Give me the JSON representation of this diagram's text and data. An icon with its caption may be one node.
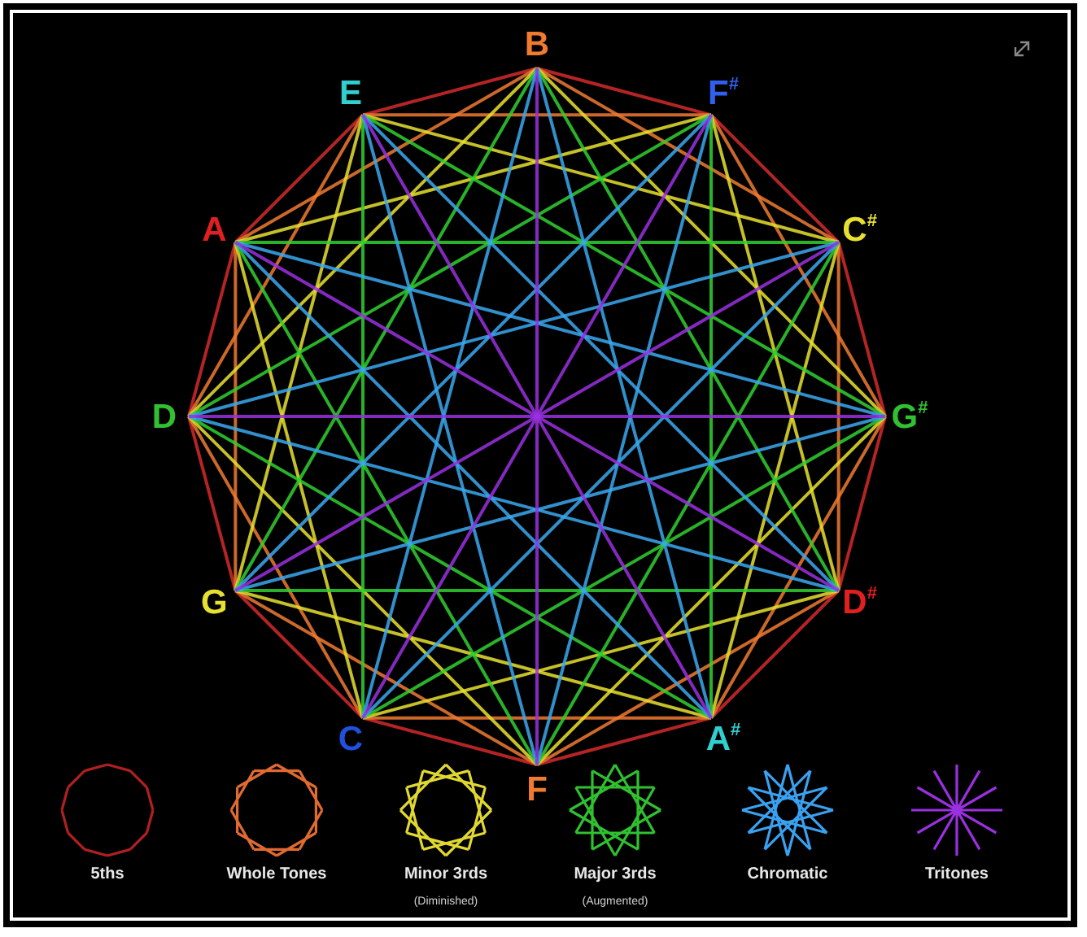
{
  "diagram": {
    "nodes": [
      {
        "text": [
          "B"
        ]
      },
      {
        "text": [
          "E"
        ]
      },
      {
        "text": [
          "F$^{#}$"
        ]
      },
      {
        "text": [
          "A"
        ]
      },
      {
        "text": [
          "C$^{#}$"
        ]
      },
      {
        "text": [
          "D"
        ]
      },
      {
        "text": [
          "G$^{#}$"
        ]
      },
      {
        "text": [
          "G"
        ]
      },
      {
        "text": [
          "D$^{#}$"
        ]
      },
      {
        "text": [
          "C"
        ]
      },
      {
        "text": [
          "A$^{#}$"
        ]
      },
      {
        "text": [
          "F"
        ]
      }
    ],
    "edges": [
      {
        "from": 0,
        "to": 2,
        "arrow": "none",
        "color": "#d42a2a"
      },
      {
        "from": 2,
        "to": 4,
        "arrow": "none",
        "color": "#d42a2a"
      },
      {
        "from": 4,
        "to": 6,
        "arrow": "none",
        "color": "#d42a2a"
      },
      {
        "from": 6,
        "to": 8,
        "arrow": "none",
        "color": "#d42a2a"
      },
      {
        "from": 8,
        "to": 10,
        "arrow": "none",
        "color": "#d42a2a"
      },
      {
        "from": 10,
        "to": 11,
        "arrow": "none",
        "color": "#d42a2a"
      },
      {
        "from": 11,
        "to": 9,
        "arrow": "none",
        "color": "#d42a2a"
      },
      {
        "from": 9,
        "to": 7,
        "arrow": "none",
        "color": "#d42a2a"
      },
      {
        "from": 7,
        "to": 5,
        "arrow": "none",
        "color": "#d42a2a"
      },
      {
        "from": 5,
        "to": 3,
        "arrow": "none",
        "color": "#d42a2a"
      },
      {
        "from": 3,
        "to": 1,
        "arrow": "none",
        "color": "#d42a2a"
      },
      {
        "from": 1,
        "to": 0,
        "arrow": "none",
        "color": "#d42a2a"
      },
      {
        "from": 0,
        "to": 4,
        "arrow": "none",
        "color": "#f07a30"
      },
      {
        "from": 2,
        "to": 6,
        "arrow": "none",
        "color": "#f07a30"
      },
      {
        "from": 4,
        "to": 8,
        "arrow": "none",
        "color": "#f07a30"
      },
      {
        "from": 6,
        "to": 10,
        "arrow": "none",
        "color": "#f07a30"
      },
      {
        "from": 8,
        "to": 11,
        "arrow": "none",
        "color": "#f07a30"
      },
      {
        "from": 10,
        "to": 9,
        "arrow": "none",
        "color": "#f07a30"
      },
      {
        "from": 11,
        "to": 7,
        "arrow": "none",
        "color": "#f07a30"
      },
      {
        "from": 9,
        "to": 5,
        "arrow": "none",
        "color": "#f07a30"
      },
      {
        "from": 7,
        "to": 3,
        "arrow": "none",
        "color": "#f07a30"
      },
      {
        "from": 5,
        "to": 1,
        "arrow": "none",
        "color": "#f07a30"
      },
      {
        "from": 3,
        "to": 0,
        "arrow": "none",
        "color": "#f07a30"
      },
      {
        "from": 1,
        "to": 2,
        "arrow": "none",
        "color": "#f07a30"
      },
      {
        "from": 0,
        "to": 6,
        "arrow": "none",
        "color": "#e8e030"
      },
      {
        "from": 2,
        "to": 8,
        "arrow": "none",
        "color": "#e8e030"
      },
      {
        "from": 4,
        "to": 10,
        "arrow": "none",
        "color": "#e8e030"
      },
      {
        "from": 6,
        "to": 11,
        "arrow": "none",
        "color": "#e8e030"
      },
      {
        "from": 8,
        "to": 9,
        "arrow": "none",
        "color": "#e8e030"
      },
      {
        "from": 10,
        "to": 7,
        "arrow": "none",
        "color": "#e8e030"
      },
      {
        "from": 11,
        "to": 5,
        "arrow": "none",
        "color": "#e8e030"
      },
      {
        "from": 9,
        "to": 3,
        "arrow": "none",
        "color": "#e8e030"
      },
      {
        "from": 7,
        "to": 1,
        "arrow": "none",
        "color": "#e8e030"
      },
      {
        "from": 5,
        "to": 0,
        "arrow": "none",
        "color": "#e8e030"
      },
      {
        "from": 3,
        "to": 2,
        "arrow": "none",
        "color": "#e8e030"
      },
      {
        "from": 1,
        "to": 4,
        "arrow": "none",
        "color": "#e8e030"
      },
      {
        "from": 0,
        "to": 8,
        "arrow": "none",
        "color": "#30d030"
      },
      {
        "from": 2,
        "to": 10,
        "arrow": "none",
        "color": "#30d030"
      },
      {
        "from": 4,
        "to": 11,
        "arrow": "none",
        "color": "#30d030"
      },
      {
        "from": 6,
        "to": 9,
        "arrow": "none",
        "color": "#30d030"
      },
      {
        "from": 8,
        "to": 7,
        "arrow": "none",
        "color": "#30d030"
      },
      {
        "from": 10,
        "to": 5,
        "arrow": "none",
        "color": "#30d030"
      },
      {
        "from": 11,
        "to": 3,
        "arrow": "none",
        "color": "#30d030"
      },
      {
        "from": 9,
        "to": 1,
        "arrow": "none",
        "color": "#30d030"
      },
      {
        "from": 7,
        "to": 0,
        "arrow": "none",
        "color": "#30d030"
      },
      {
        "from": 5,
        "to": 2,
        "arrow": "none",
        "color": "#30d030"
      },
      {
        "from": 3,
        "to": 4,
        "arrow": "none",
        "color": "#30d030"
      },
      {
        "from": 1,
        "to": 6,
        "arrow": "none",
        "color": "#30d030"
      },
      {
        "from": 0,
        "to": 10,
        "arrow": "none",
        "color": "#3aa8f0"
      },
      {
        "from": 2,
        "to": 11,
        "arrow": "none",
        "color": "#3aa8f0"
      },
      {
        "from": 4,
        "to": 9,
        "arrow": "none",
        "color": "#3aa8f0"
      },
      {
        "from": 6,
        "to": 7,
        "arrow": "none",
        "color": "#3aa8f0"
      },
      {
        "from": 8,
        "to": 5,
        "arrow": "none",
        "color": "#3aa8f0"
      },
      {
        "from": 10,
        "to": 3,
        "arrow": "none",
        "color": "#3aa8f0"
      },
      {
        "from": 11,
        "to": 1,
        "arrow": "none",
        "color": "#3aa8f0"
      },
      {
        "from": 9,
        "to": 0,
        "arrow": "none",
        "color": "#3aa8f0"
      },
      {
        "from": 7,
        "to": 2,
        "arrow": "none",
        "color": "#3aa8f0"
      },
      {
        "from": 5,
        "to": 4,
        "arrow": "none",
        "color": "#3aa8f0"
      },
      {
        "from": 3,
        "to": 6,
        "arrow": "none",
        "color": "#3aa8f0"
      },
      {
        "from": 1,
        "to": 8,
        "arrow": "none",
        "color": "#3aa8f0"
      },
      {
        "from": 0,
        "to": 11,
        "arrow": "none",
        "color": "#9a30e0"
      },
      {
        "from": 2,
        "to": 9,
        "arrow": "none",
        "color": "#9a30e0"
      },
      {
        "from": 4,
        "to": 7,
        "arrow": "none",
        "color": "#9a30e0"
      },
      {
        "from": 6,
        "to": 5,
        "arrow": "none",
        "color": "#9a30e0"
      },
      {
        "from": 8,
        "to": 3,
        "arrow": "none",
        "color": "#9a30e0"
      },
      {
        "from": 10,
        "to": 1,
        "arrow": "none",
        "color": "#9a30e0"
      }
    ],
    "labels": [
      "(Diminished)",
      "(Augmented)"
    ],
    "legend": [
      {
        "text": "5ths"
      },
      {
        "text": "Whole Tones"
      },
      {
        "text": "Minor 3rds"
      },
      {
        "text": "Major 3rds"
      },
      {
        "text": "Chromatic"
      },
      {
        "text": "Tritones"
      }
    ]
  }
}
